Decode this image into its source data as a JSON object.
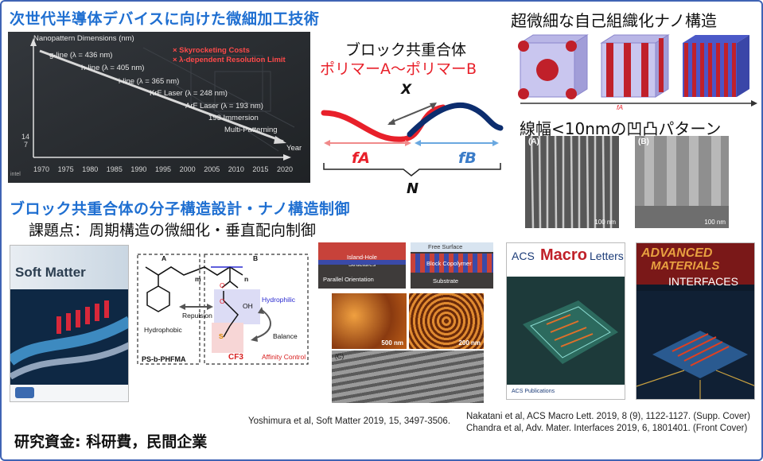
{
  "title_main": "次世代半導体デバイスに向けた微細加工技術",
  "title_nano": "超微細な自己組織化ナノ構造",
  "bcp": {
    "heading": "ブロック共重合体",
    "polymers": "ポリマーA〜ポリマーB",
    "x_label": "X",
    "fa": "fA",
    "fb": "fB",
    "n_label": "N"
  },
  "fa_axis": "fA",
  "line_width": "線幅<10nmの凹凸パターン",
  "sem": {
    "a_tag": "(A)",
    "b_tag": "(B)",
    "scale": "100 nm"
  },
  "roadmap": {
    "ytitle": "Nanopattern Dimensions (nm)",
    "cost": "× Skyrocketing Costs",
    "limit": "× λ-dependent Resolution Limit",
    "gline": "g-line (λ = 436 nm)",
    "hline": "h-line (λ = 405 nm)",
    "iline": "i-line (λ = 365 nm)",
    "krf": "KrF Laser (λ = 248 nm)",
    "arf": "ArF Laser (λ = 193 nm)",
    "imm": "193 Immersion",
    "multi": "Multi-Patterning",
    "xlabel": "Year",
    "y14": "14",
    "y7": "7",
    "intel": "intel",
    "years": [
      "1970",
      "1975",
      "1980",
      "1985",
      "1990",
      "1995",
      "2000",
      "2005",
      "2010",
      "2015",
      "2020"
    ]
  },
  "section2": "ブロック共重合体の分子構造設計・ナノ構造制御",
  "issue": "課題点：周期構造の微細化・垂直配向制御",
  "soft_matter": "Soft Matter",
  "molecule": {
    "a": "A",
    "b": "B",
    "m": "m",
    "n": "n",
    "repulsion": "Repulsion",
    "hydrophobic": "Hydrophobic",
    "hydrophilic": "Hydrophilic",
    "balance": "Balance",
    "affinity": "Affinity Control",
    "name": "PS-b-PHFMA",
    "o1": "O",
    "o2": "O",
    "oh": "OH",
    "s": "S",
    "cf3": "CF3"
  },
  "orient": {
    "island": "Island-Hole Structures",
    "parallel": "Parallel Orientation",
    "free": "Free Surface",
    "bcp": "Block Copolymer",
    "substrate": "Substrate",
    "s500": "500 nm",
    "s200": "200 nm",
    "c": "(C)"
  },
  "acs": {
    "title1": "ACS",
    "title2": "Macro",
    "title3": "Letters",
    "pub": "ACS Publications"
  },
  "ami": {
    "title1": "ADVANCED",
    "title2": "MATERIALS",
    "title3": "INTERFACES"
  },
  "ref1": "Yoshimura et al, Soft Matter 2019, 15, 3497-3506.",
  "ref2": "Nakatani et al, ACS Macro Lett. 2019, 8 (9), 1122-1127. (Supp. Cover)",
  "ref3": "Chandra et al, Adv. Mater. Interfaces 2019, 6, 1801401. (Front Cover)",
  "funding": "研究資金: 科研費，民間企業",
  "colors": {
    "blue_title": "#1f6fd1",
    "poly_a": "#e8202a",
    "poly_b": "#0c2d6e",
    "frame": "#3f63b4"
  }
}
